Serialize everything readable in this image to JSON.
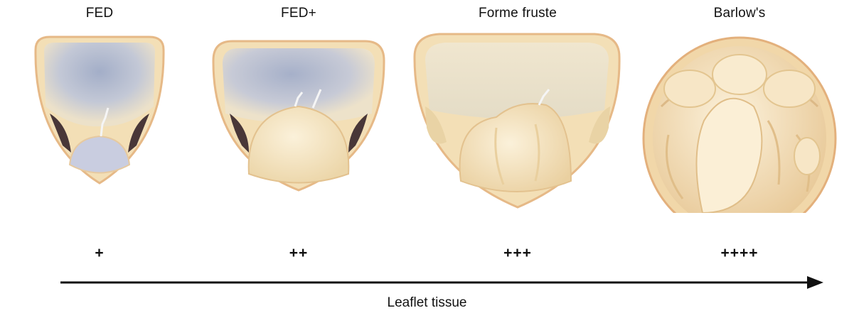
{
  "stages": [
    {
      "name": "FED",
      "grade": "+"
    },
    {
      "name": "FED+",
      "grade": "++"
    },
    {
      "name": "Forme fruste",
      "grade": "+++"
    },
    {
      "name": "Barlow's",
      "grade": "++++"
    }
  ],
  "axis": {
    "label": "Leaflet tissue"
  },
  "colors": {
    "tissue": "#f1dcb0",
    "tissue_light": "#fbf1da",
    "rim": "#e8b987",
    "atrial_blue": "#a9b3cc",
    "gap": "#2a1a22",
    "chordae": "#f4f4f4"
  }
}
